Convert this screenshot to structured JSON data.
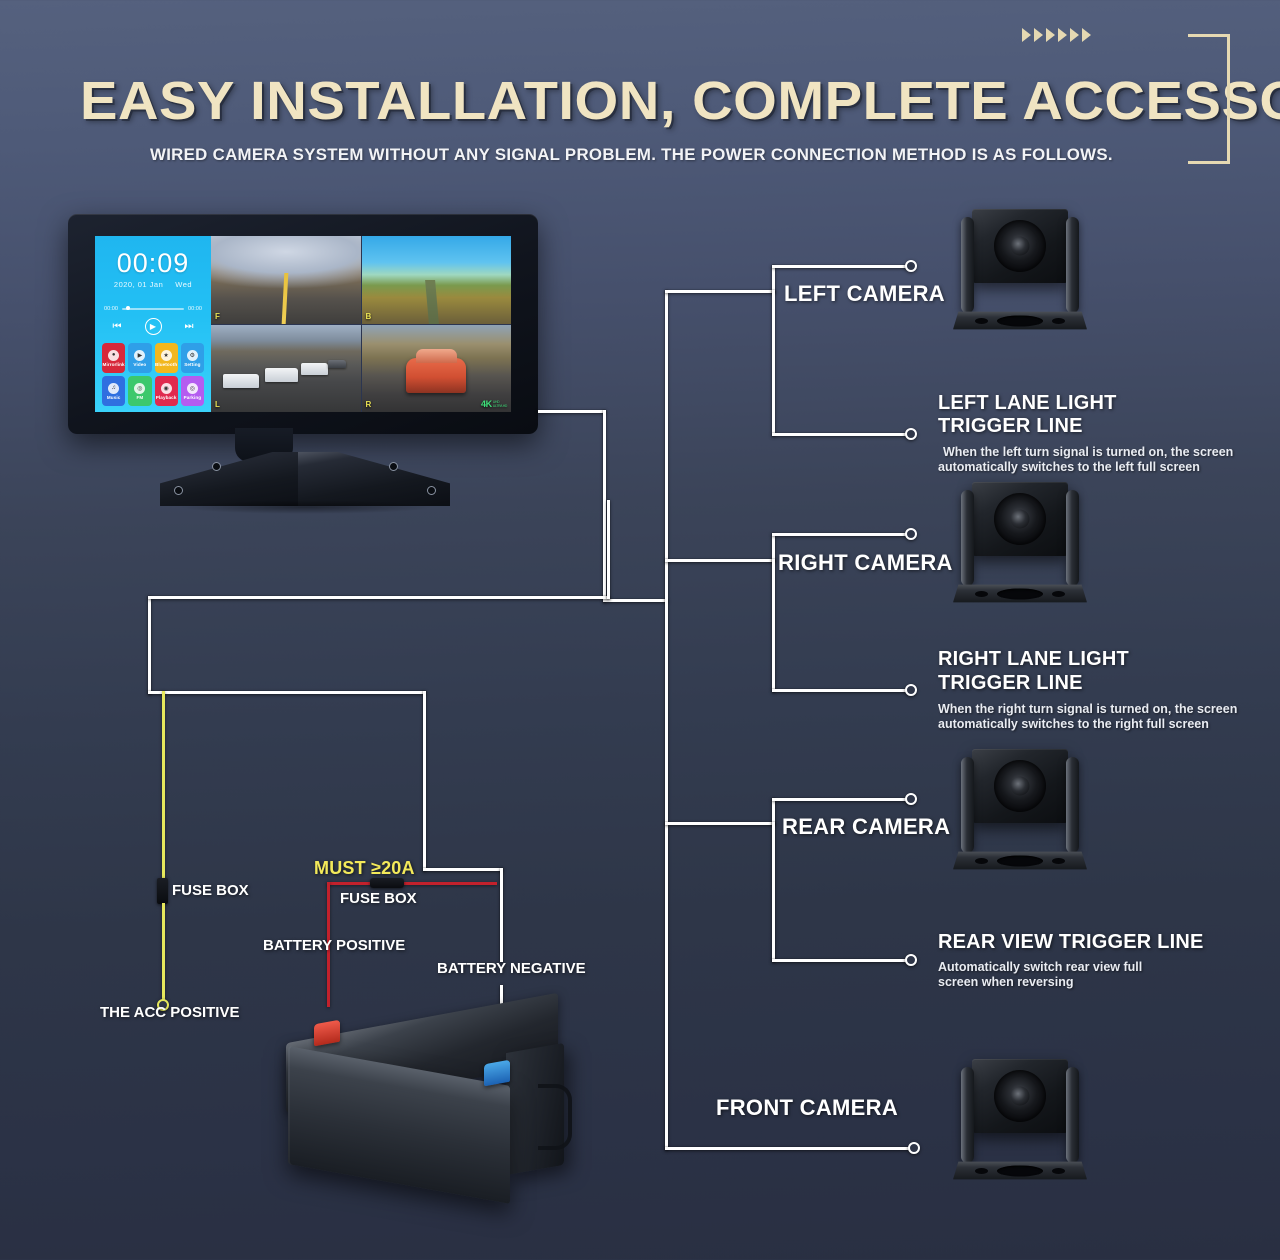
{
  "header": {
    "title": "EASY INSTALLATION, COMPLETE ACCESSORIES",
    "subtitle": "WIRED CAMERA SYSTEM WITHOUT ANY SIGNAL PROBLEM. THE POWER CONNECTION METHOD IS AS FOLLOWS.",
    "accent_color": "#e6d9b2",
    "chevron_count": 6
  },
  "monitor": {
    "clock": "00:09",
    "date": "2020, 01 Jan",
    "weekday": "Wed",
    "player": {
      "elapsed": "00:00",
      "total": "00:00"
    },
    "controls": {
      "prev": "prev-track",
      "play": "play",
      "next": "next-track"
    },
    "apps": [
      {
        "label": "Mirrorlink",
        "color": "#d7283a",
        "icon": "link-icon"
      },
      {
        "label": "Video",
        "color": "#2f9fe8",
        "icon": "play-icon"
      },
      {
        "label": "Bluetooth",
        "color": "#f2b71e",
        "icon": "bluetooth-icon"
      },
      {
        "label": "Setting",
        "color": "#2f9fe8",
        "icon": "gear-icon"
      },
      {
        "label": "Music",
        "color": "#2f6fe0",
        "icon": "music-note-icon"
      },
      {
        "label": "FM",
        "color": "#3cc86c",
        "icon": "radio-icon"
      },
      {
        "label": "Playback",
        "color": "#e02a4e",
        "icon": "record-icon"
      },
      {
        "label": "Parking",
        "color": "#b45cf0",
        "icon": "parking-icon"
      }
    ],
    "quadrants": [
      {
        "tag": "F",
        "name": "front-view"
      },
      {
        "tag": "B",
        "name": "back-view"
      },
      {
        "tag": "L",
        "name": "left-view"
      },
      {
        "tag": "R",
        "name": "right-view"
      }
    ],
    "watermark": {
      "main": "4K",
      "sub_line1": "UHD",
      "sub_line2": "ULTRA HD"
    }
  },
  "branches": [
    {
      "id": "left-camera",
      "label": "LEFT CAMERA"
    },
    {
      "id": "left-trigger",
      "label": "LEFT LANE LIGHT\nTRIGGER LINE",
      "label_l1": "LEFT LANE LIGHT",
      "label_l2": "TRIGGER LINE",
      "desc_l1": "When the left turn signal is turned on, the screen",
      "desc_l2": "automatically switches to the left full screen"
    },
    {
      "id": "right-camera",
      "label": "RIGHT CAMERA"
    },
    {
      "id": "right-trigger",
      "label_l1": "RIGHT LANE LIGHT",
      "label_l2": "TRIGGER LINE",
      "desc_l1": "When the right turn signal is turned on, the screen",
      "desc_l2": "automatically switches to the right full screen"
    },
    {
      "id": "rear-camera",
      "label": "REAR CAMERA"
    },
    {
      "id": "rear-trigger",
      "label_l1": "REAR VIEW TRIGGER LINE",
      "label_l2": "",
      "desc_l1": "Automatically switch rear view full",
      "desc_l2": "screen when reversing"
    },
    {
      "id": "front-camera",
      "label": "FRONT CAMERA"
    }
  ],
  "power": {
    "acc_fuse_label": "FUSE BOX",
    "acc_label": "THE ACC POSITIVE",
    "must_label": "MUST ≥20A",
    "battery_fuse_label": "FUSE BOX",
    "battery_positive_label": "BATTERY POSITIVE",
    "battery_negative_label": "BATTERY NEGATIVE",
    "wire_colors": {
      "acc": "#e6e85c",
      "positive": "#c2212c",
      "negative": "#ffffff"
    }
  }
}
